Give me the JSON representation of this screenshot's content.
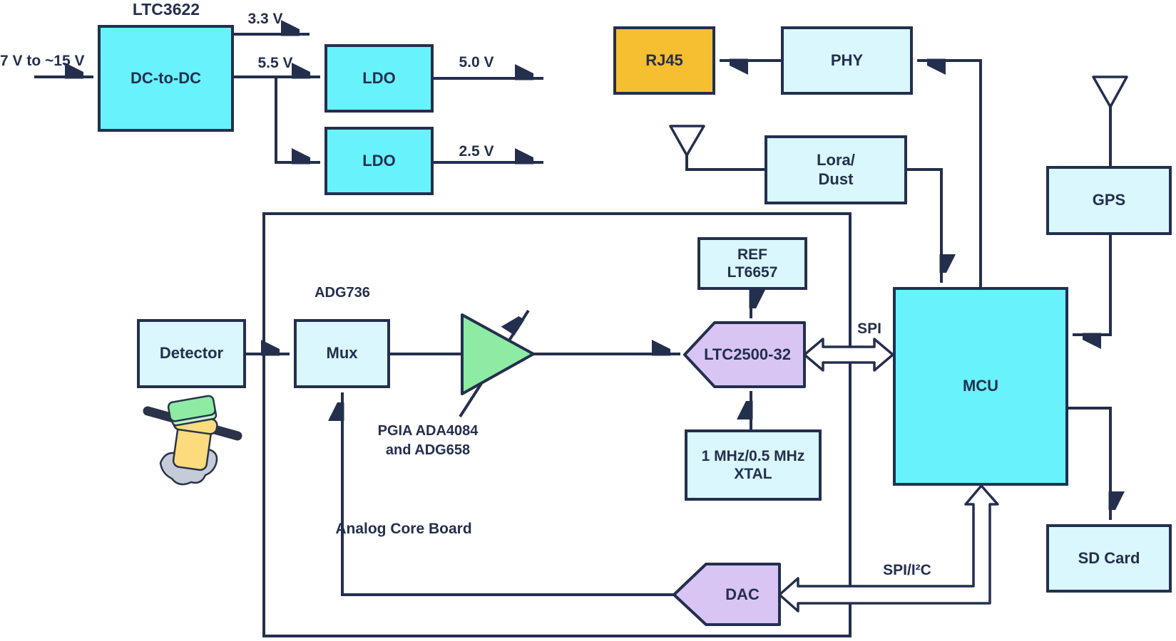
{
  "colors": {
    "line_and_text": "#242F4E",
    "bright_cyan_box": "#68F2FC",
    "pale_cyan_box": "#D9F7FC",
    "orange_box": "#F6BE31",
    "purple_shape": "#D8C5F4",
    "green_amplifier": "#8DEBA3",
    "probe_yellow": "#FBDB7D",
    "probe_gray": "#C5CCD9"
  },
  "power": {
    "regulator_part_label": "LTC3622",
    "dcdc_label": "DC-to-DC",
    "input_range_label": "7 V to ~15 V",
    "rail_3v3_label": "3.3 V",
    "rail_5v5_label": "5.5 V",
    "ldo1_label": "LDO",
    "ldo2_label": "LDO",
    "out_5v0_label": "5.0 V",
    "out_2v5_label": "2.5 V"
  },
  "network": {
    "rj45_label": "RJ45",
    "phy_label": "PHY",
    "lora_line1": "Lora/",
    "lora_line2": "Dust",
    "gps_label": "GPS",
    "mcu_label": "MCU",
    "sd_card_label": "SD Card"
  },
  "analog_board": {
    "board_label": "Analog Core Board",
    "detector_label": "Detector",
    "mux_label": "Mux",
    "mux_part_label": "ADG736",
    "pgia_line1": "PGIA ADA4084",
    "pgia_line2": "and ADG658",
    "ref_line1": "REF",
    "ref_line2": "LT6657",
    "adc_label": "LTC2500-32",
    "xtal_line1": "1 MHz/0.5 MHz",
    "xtal_line2": "XTAL",
    "dac_label": "DAC"
  },
  "buses": {
    "spi_label": "SPI",
    "spi_i2c_label": "SPI/I²C"
  }
}
